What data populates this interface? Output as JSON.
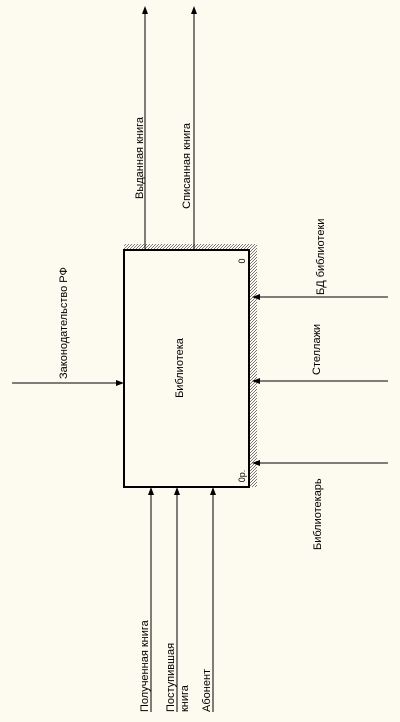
{
  "colors": {
    "background": "#fdfaf0",
    "line": "#000000",
    "hatch": "#8a8a8a"
  },
  "box": {
    "title": "Библиотека",
    "node_number": "0",
    "cost": "0р."
  },
  "outputs": [
    "Выданная книга",
    "Списанная книга"
  ],
  "inputs": [
    "Законодательство РФ"
  ],
  "mechanisms": [
    "БД библиотеки",
    "Стеллажи",
    "Библиотекарь"
  ],
  "controls": {
    "received_book": "Полученная книга",
    "incoming_book_line1": "Поступившая",
    "incoming_book_line2": "книга",
    "subscriber": "Абонент"
  }
}
